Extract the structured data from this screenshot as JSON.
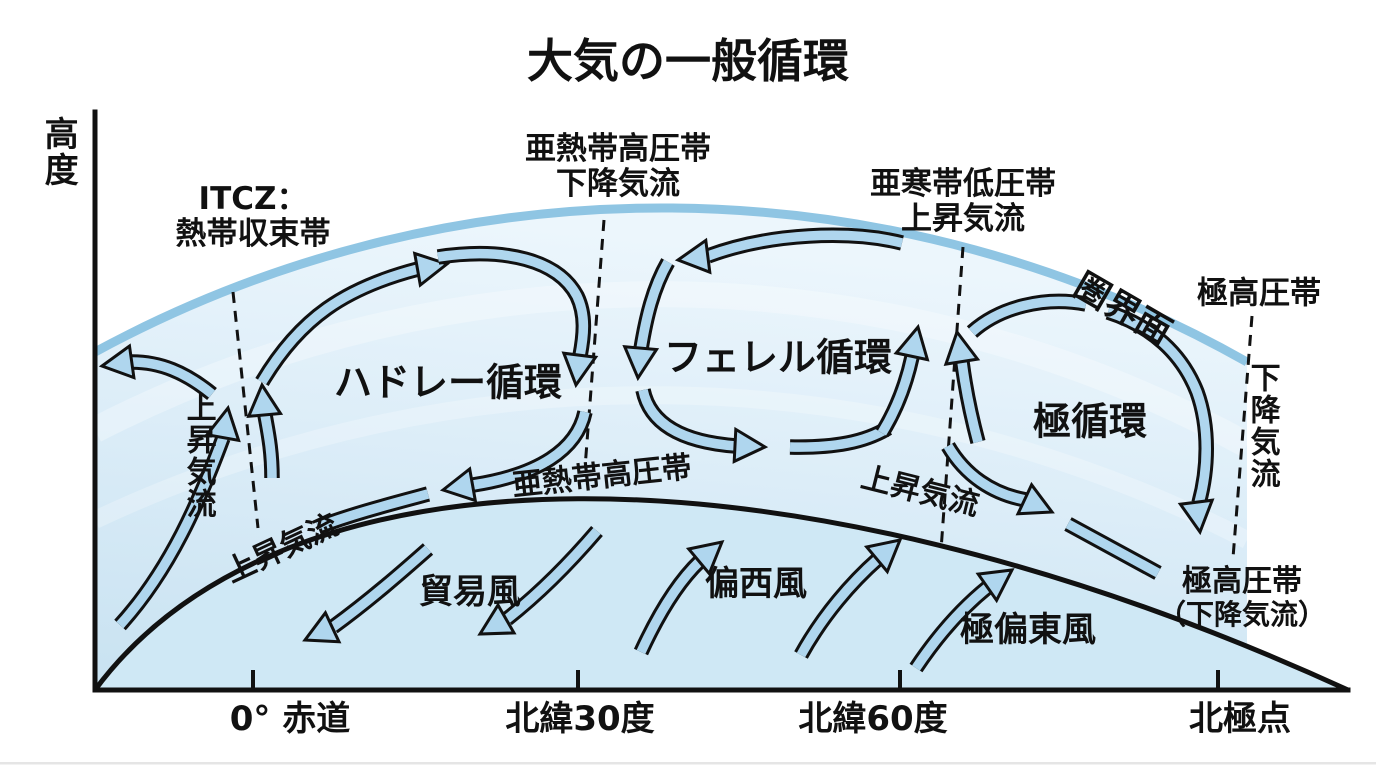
{
  "title": "大気の一般循環",
  "y_axis_label": "高度",
  "x_axis_ticks": [
    "0° 赤道",
    "北緯30度",
    "北緯60度",
    "北極点"
  ],
  "upper_labels": {
    "itcz_line1": "ITCZ：",
    "itcz_line2": "熱帯収束帯",
    "subtropical_high_line1": "亜熱帯高圧帯",
    "subtropical_high_line2": "下降気流",
    "subpolar_low_line1": "亜寒帯低圧帯",
    "subpolar_low_line2": "上昇気流",
    "polar_high": "極高圧帯",
    "tropopause": "圏界面"
  },
  "cells": {
    "hadley": "ハドレー循環",
    "ferrel": "フェレル循環",
    "polar": "極循環"
  },
  "flow_labels": {
    "updraft_equator_vertical": "上昇気流",
    "updraft_equator_surface": "上昇気流",
    "subtropical_high_surface": "亜熱帯高圧帯",
    "updraft_60n_surface": "上昇気流",
    "downdraft_pole_vertical": "下降気流",
    "polar_high_surface_line1": "極高圧帯",
    "polar_high_surface_line2": "（下降気流）"
  },
  "surface_winds": {
    "trade_winds": "貿易風",
    "westerlies": "偏西風",
    "polar_easterlies": "極偏東風"
  },
  "colors": {
    "arrow_blue": "#afd6ee",
    "tropopause_band": "#8fc5e3",
    "sky_top": "#eaf4fb",
    "sky_bottom": "#cbe3f2",
    "earth_fill": "#cfe8f5",
    "ink": "#111111"
  }
}
